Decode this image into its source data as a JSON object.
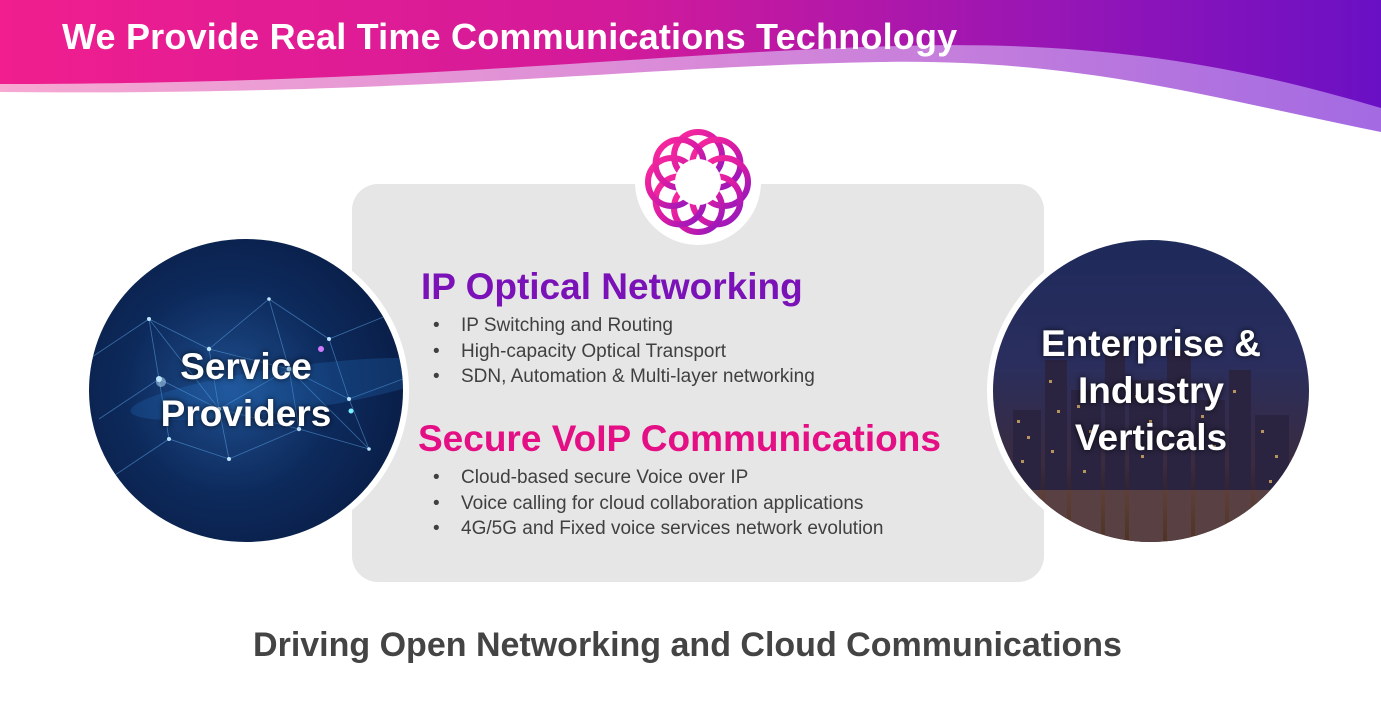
{
  "header": {
    "title": "We Provide Real Time Communications Technology"
  },
  "left_circle": {
    "lines": [
      "Service",
      "Providers"
    ]
  },
  "right_circle": {
    "lines": [
      "Enterprise &",
      "Industry",
      "Verticals"
    ]
  },
  "center_panel": {
    "section_1": {
      "heading": "IP Optical Networking",
      "bullets": [
        "IP Switching and Routing",
        "High-capacity Optical Transport",
        "SDN, Automation & Multi-layer networking"
      ]
    },
    "section_2": {
      "heading": "Secure VoIP Communications",
      "bullets": [
        "Cloud-based secure Voice over IP",
        "Voice calling for cloud collaboration applications",
        "4G/5G and Fixed voice services network evolution"
      ]
    }
  },
  "footer": {
    "tagline": "Driving Open Networking and Cloud Communications"
  },
  "colors": {
    "magenta": "#e40f84",
    "purple": "#7a12b8",
    "panel_gray": "#e6e6e6",
    "text_gray": "#404040"
  },
  "icons": [
    "interlaced-ring-logo-icon"
  ]
}
